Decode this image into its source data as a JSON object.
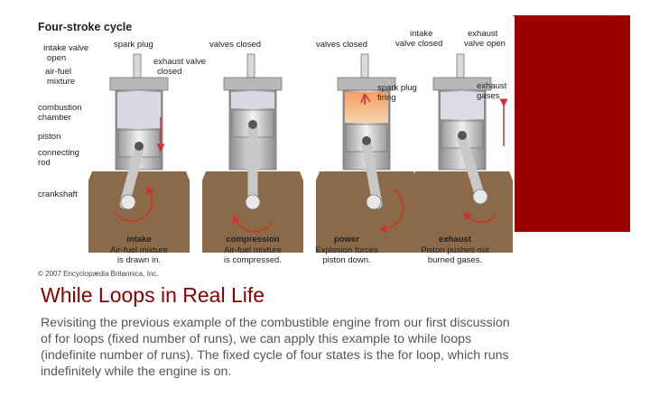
{
  "figure": {
    "title": "Four-stroke cycle",
    "copyright": "© 2007 Encyclopædia Britannica, Inc.",
    "callouts": {
      "intake_valve_open": [
        "intake valve",
        "open"
      ],
      "spark_plug": "spark plug",
      "exhaust_valve_closed": [
        "exhaust valve",
        "closed"
      ],
      "air_fuel_mixture": [
        "air-fuel",
        "mixture"
      ],
      "combustion_chamber": [
        "combustion",
        "chamber"
      ],
      "piston": "piston",
      "connecting_rod": [
        "connecting",
        "rod"
      ],
      "crankshaft": "crankshaft",
      "valves_closed_2": "valves closed",
      "valves_closed_3": "valves closed",
      "spark_plug_firing": [
        "spark plug",
        "firing"
      ],
      "intake_valve_closed": [
        "intake",
        "valve closed"
      ],
      "exhaust_valve_open": [
        "exhaust",
        "valve open"
      ],
      "exhaust_gases": [
        "exhaust",
        "gases"
      ]
    },
    "stages": [
      {
        "name": "intake",
        "caption": [
          "Air-fuel mixture",
          "is drawn in."
        ]
      },
      {
        "name": "compression",
        "caption": [
          "Air-fuel mixture",
          "is compressed."
        ]
      },
      {
        "name": "power",
        "caption": [
          "Explosion forces",
          "piston down."
        ]
      },
      {
        "name": "exhaust",
        "caption": [
          "Piston pushes out",
          "burned gases."
        ]
      }
    ]
  },
  "slide": {
    "title": "While Loops in Real Life",
    "body": "Revisiting the previous example of the combustible engine from our first discussion of for loops (fixed number of runs), we can apply this example to while loops (indefinite number of runs). The fixed cycle of four states is the for loop, which runs indefinitely while the engine is on."
  },
  "colors": {
    "accent_block": "#990000",
    "title": "#8b0000",
    "body_text": "#555555",
    "crankcase": "#8a6a48",
    "cylinder": "#b9b9b9",
    "flame": "#e8803a",
    "arrow": "#d03030"
  }
}
